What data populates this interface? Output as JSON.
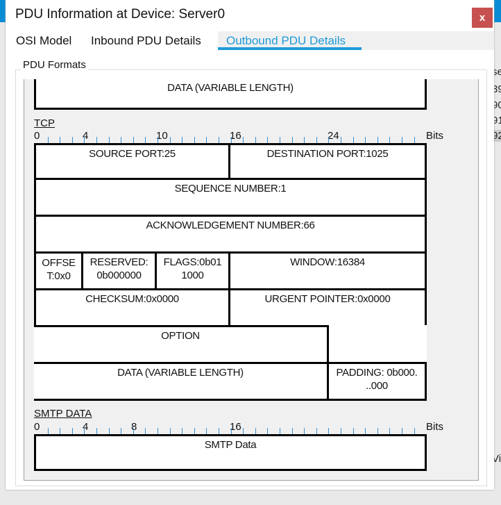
{
  "background": {
    "fragments": [
      "se",
      "39",
      "90",
      "91",
      "92",
      "Vis"
    ]
  },
  "dialog": {
    "title": "PDU Information at Device: Server0",
    "close_label": "x"
  },
  "tabs": [
    {
      "label": "OSI Model"
    },
    {
      "label": "Inbound PDU Details"
    },
    {
      "label": "Outbound PDU Details",
      "active": true
    }
  ],
  "group_label": "PDU Formats",
  "top_box": "DATA (VARIABLE LENGTH)",
  "tcp": {
    "label": "TCP",
    "ruler": [
      "0",
      "4",
      "10",
      "16",
      "24"
    ],
    "bits": "Bits",
    "fields": {
      "source_port": "SOURCE PORT:25",
      "dest_port": "DESTINATION PORT:1025",
      "seq": "SEQUENCE NUMBER:1",
      "ack": "ACKNOWLEDGEMENT NUMBER:66",
      "offset": "OFFSE T:0x0",
      "reserved": "RESERVED: 0b000000",
      "flags": "FLAGS:0b01 1000",
      "window": "WINDOW:16384",
      "checksum": "CHECKSUM:0x0000",
      "urgent": "URGENT POINTER:0x0000",
      "option": "OPTION",
      "data": "DATA (VARIABLE LENGTH)",
      "padding": "PADDING: 0b000. ..000"
    }
  },
  "smtp": {
    "label": "SMTP DATA",
    "ruler": [
      "0",
      "4",
      "8",
      "16"
    ],
    "bits": "Bits",
    "field": "SMTP Data"
  },
  "accent": "#1e9ad8"
}
